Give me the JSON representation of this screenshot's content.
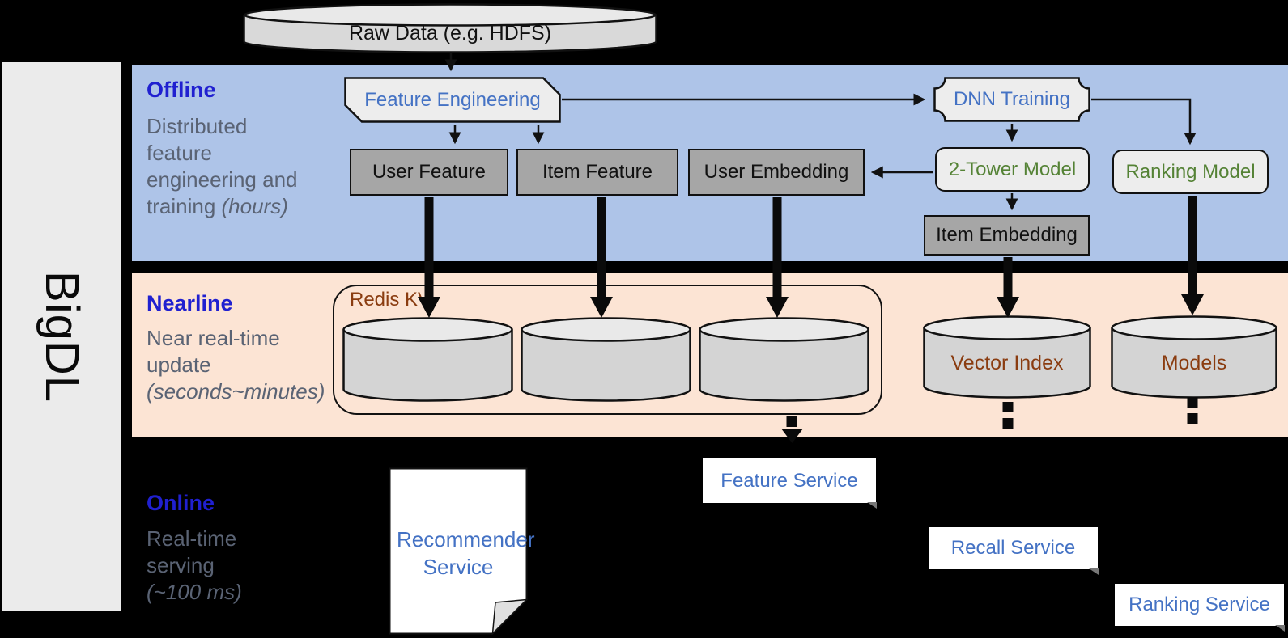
{
  "brand": {
    "label": "BigDL"
  },
  "raw_data": {
    "label": "Raw Data (e.g. HDFS)"
  },
  "sections": {
    "offline": {
      "title": "Offline",
      "desc": [
        "Distributed",
        "feature",
        "engineering and",
        "training"
      ],
      "desc_italic": "(hours)"
    },
    "nearline": {
      "title": "Nearline",
      "desc": [
        "Near real-time",
        "update"
      ],
      "desc_italic": "(seconds~minutes)"
    },
    "online": {
      "title": "Online",
      "desc": [
        "Real-time",
        "serving"
      ],
      "desc_italic": "(~100 ms)"
    }
  },
  "nodes": {
    "feature_engineering": "Feature Engineering",
    "user_feature": "User Feature",
    "item_feature": "Item Feature",
    "user_embedding": "User Embedding",
    "dnn_training": "DNN Training",
    "two_tower_model": "2-Tower Model",
    "ranking_model": "Ranking Model",
    "item_embedding": "Item Embedding"
  },
  "stores": {
    "redis_kv": "Redis KV",
    "vector_index": "Vector Index",
    "models": "Models"
  },
  "services": {
    "recommender": "Recommender Service",
    "feature": "Feature Service",
    "recall": "Recall Service",
    "ranking": "Ranking Service"
  },
  "colors": {
    "background": "#000000",
    "offline_band": "#aec4e8",
    "nearline_band": "#fce4d4",
    "sidebar": "#ebebeb",
    "section_title_blue": "#2020d0",
    "description_gray": "#5a6374",
    "node_blue_text": "#4472c4",
    "node_green_text": "#548235",
    "store_brown_text": "#8a3c10",
    "dark_node_fill": "#a6a6a6",
    "light_node_fill": "#ededed",
    "cylinder_fill": "#d4d4d4",
    "service_fill": "#ffffff"
  }
}
